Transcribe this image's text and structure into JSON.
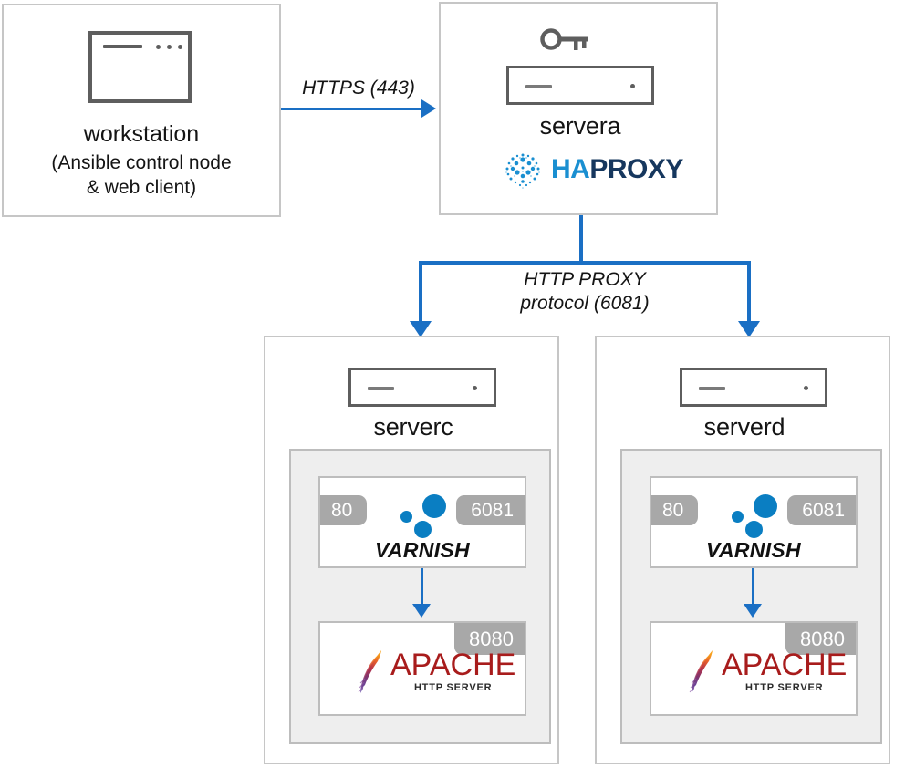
{
  "diagram": {
    "title": "HAProxy / Varnish / Apache reverse proxy architecture",
    "colors": {
      "arrow_blue": "#1a6fc4",
      "box_border": "#c6c6c6",
      "icon_gray": "#5e5e5e",
      "panel_gray": "#eeeeee",
      "badge_gray": "#a8a8a8",
      "haproxy_light": "#1a8fd1",
      "haproxy_dark": "#16375e",
      "varnish_blue": "#0a7ec2",
      "apache_red": "#a81c1c"
    }
  },
  "workstation": {
    "icon": "browser-window-icon",
    "title": "workstation",
    "subtitle_line1": "(Ansible control node",
    "subtitle_line2": "& web client)"
  },
  "servera": {
    "key_icon": "key-icon",
    "server_icon": "server-rack-icon",
    "label": "servera",
    "logo": {
      "name": "haproxy-logo",
      "word_light": "HA",
      "word_dark": "PROXY"
    }
  },
  "edges": {
    "https": {
      "label": "HTTPS (443)"
    },
    "proxy_protocol": {
      "label_line1": "HTTP PROXY",
      "label_line2": "protocol (6081)"
    }
  },
  "backends": [
    {
      "server_icon": "server-rack-icon",
      "label": "serverc",
      "varnish": {
        "logo_name": "varnish-logo",
        "word": "VARNISH",
        "port_in": "80",
        "port_out": "6081"
      },
      "apache": {
        "logo_name": "apache-logo",
        "word": "APACHE",
        "subtitle": "HTTP SERVER",
        "port": "8080"
      }
    },
    {
      "server_icon": "server-rack-icon",
      "label": "serverd",
      "varnish": {
        "logo_name": "varnish-logo",
        "word": "VARNISH",
        "port_in": "80",
        "port_out": "6081"
      },
      "apache": {
        "logo_name": "apache-logo",
        "word": "APACHE",
        "subtitle": "HTTP SERVER",
        "port": "8080"
      }
    }
  ]
}
